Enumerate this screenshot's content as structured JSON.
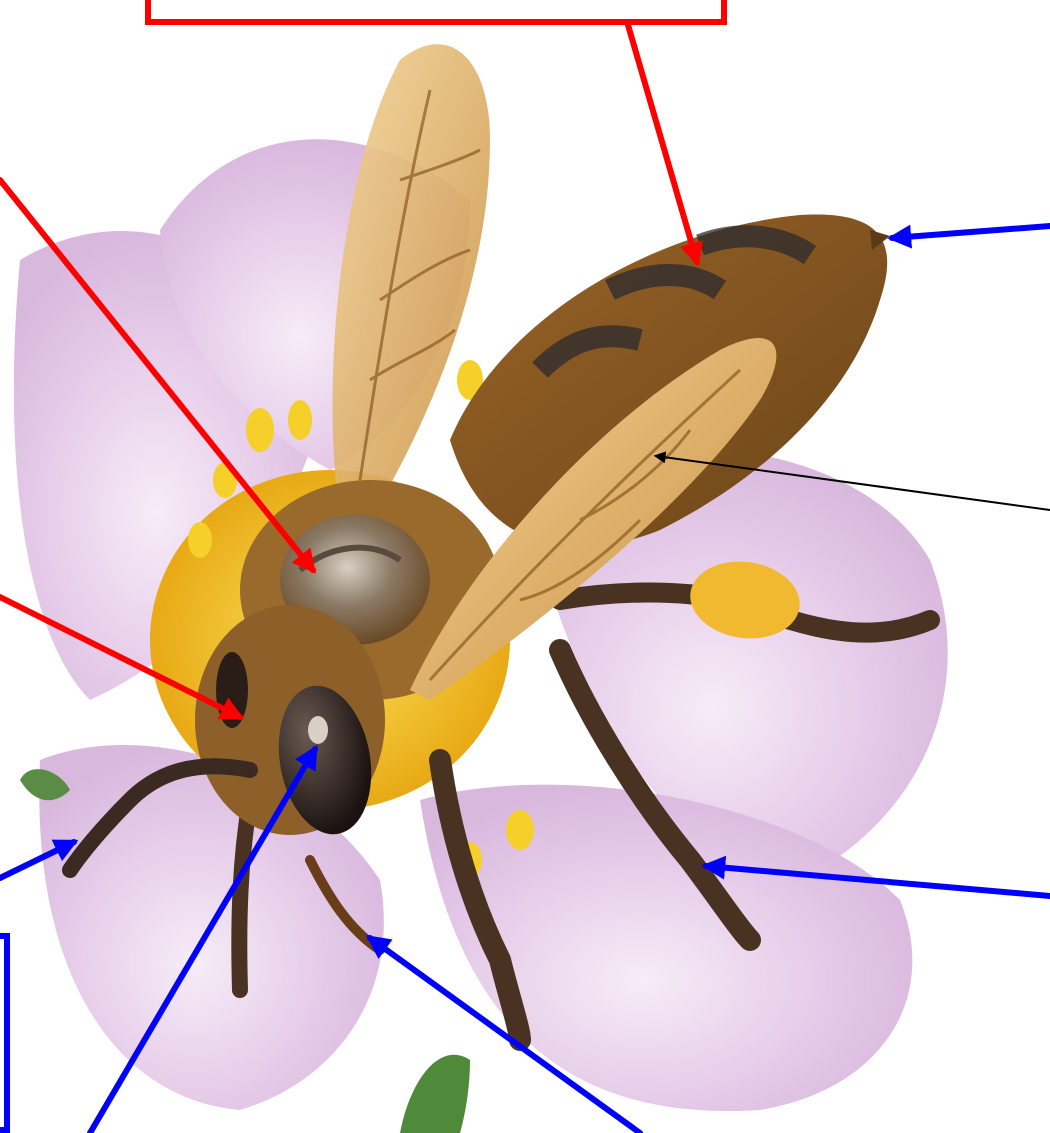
{
  "diagram": {
    "subject": "honeybee-on-flower",
    "colors": {
      "red_arrow": "#ff0000",
      "blue_arrow": "#0000ff",
      "black_arrow": "#000000",
      "petal": "#e9d3ec",
      "pollen": "#f4c51c",
      "bee_body": "#8a5a22",
      "wing": "#e2b56a"
    },
    "label_boxes": [
      {
        "id": "box-top",
        "border_color": "#ff0000",
        "text": ""
      },
      {
        "id": "box-left",
        "border_color": "#0000ff",
        "text": ""
      }
    ],
    "pointers": [
      {
        "id": "abdomen-pointer",
        "color": "red",
        "target": "abdomen"
      },
      {
        "id": "thorax-pointer",
        "color": "red",
        "target": "thorax"
      },
      {
        "id": "head-pointer",
        "color": "red",
        "target": "head"
      },
      {
        "id": "stinger-pointer",
        "color": "blue",
        "target": "stinger"
      },
      {
        "id": "antenna-pointer",
        "color": "blue",
        "target": "antenna"
      },
      {
        "id": "eye-pointer",
        "color": "blue",
        "target": "compound eye"
      },
      {
        "id": "mouthparts-pointer",
        "color": "blue",
        "target": "mouthparts"
      },
      {
        "id": "leg-pointer",
        "color": "blue",
        "target": "leg"
      },
      {
        "id": "wing-pointer",
        "color": "black",
        "target": "wing"
      }
    ]
  }
}
